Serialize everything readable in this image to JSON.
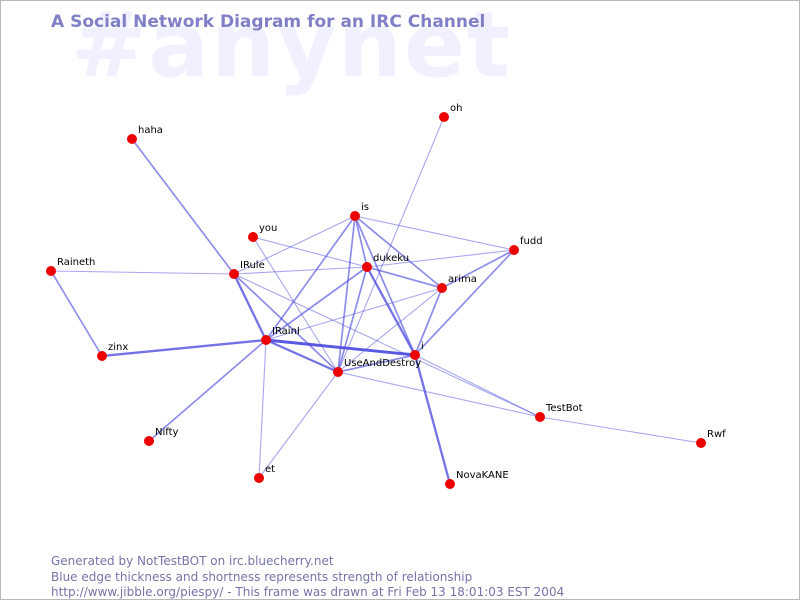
{
  "watermark": "#anynet",
  "title": "A Social Network Diagram for an IRC Channel",
  "footer": {
    "line1": "Generated by NotTestBOT on irc.bluecherry.net",
    "line2": "Blue edge thickness and shortness represents strength of relationship",
    "line3": "http://www.jibble.org/piespy/ - This frame was drawn at Fri Feb 13 18:01:03 EST 2004"
  },
  "colors": {
    "node": "#ee0000",
    "edge": "#5050e0",
    "title": "#8080c8",
    "watermark": "#f0f0ff"
  },
  "nodes": [
    {
      "id": "haha",
      "label": "haha"
    },
    {
      "id": "oh",
      "label": "oh"
    },
    {
      "id": "is",
      "label": "is"
    },
    {
      "id": "you",
      "label": "you"
    },
    {
      "id": "fudd",
      "label": "fudd"
    },
    {
      "id": "dukeku",
      "label": "dukeku"
    },
    {
      "id": "Raineth",
      "label": "Raineth"
    },
    {
      "id": "IRule",
      "label": "IRule"
    },
    {
      "id": "arima",
      "label": "arima"
    },
    {
      "id": "IRainI",
      "label": "IRainI"
    },
    {
      "id": "zinx",
      "label": "zinx"
    },
    {
      "id": "i",
      "label": "i"
    },
    {
      "id": "UseAndDestroy",
      "label": "UseAndDestroy"
    },
    {
      "id": "TestBot",
      "label": "TestBot"
    },
    {
      "id": "Nifty",
      "label": "Nifty"
    },
    {
      "id": "Rwf",
      "label": "Rwf"
    },
    {
      "id": "et",
      "label": "et"
    },
    {
      "id": "NovaKANE",
      "label": "NovaKANE"
    }
  ],
  "edges": [
    {
      "from": "haha",
      "to": "IRule",
      "weight": 2
    },
    {
      "from": "oh",
      "to": "UseAndDestroy",
      "weight": 1
    },
    {
      "from": "Raineth",
      "to": "IRule",
      "weight": 1
    },
    {
      "from": "Raineth",
      "to": "zinx",
      "weight": 2
    },
    {
      "from": "zinx",
      "to": "IRainI",
      "weight": 3
    },
    {
      "from": "IRainI",
      "to": "i",
      "weight": 4
    },
    {
      "from": "IRainI",
      "to": "UseAndDestroy",
      "weight": 3
    },
    {
      "from": "IRainI",
      "to": "Nifty",
      "weight": 2
    },
    {
      "from": "IRainI",
      "to": "et",
      "weight": 1
    },
    {
      "from": "IRainI",
      "to": "is",
      "weight": 2
    },
    {
      "from": "IRainI",
      "to": "dukeku",
      "weight": 2
    },
    {
      "from": "IRainI",
      "to": "arima",
      "weight": 1
    },
    {
      "from": "IRule",
      "to": "IRainI",
      "weight": 3
    },
    {
      "from": "IRule",
      "to": "is",
      "weight": 1
    },
    {
      "from": "IRule",
      "to": "dukeku",
      "weight": 1
    },
    {
      "from": "IRule",
      "to": "UseAndDestroy",
      "weight": 2
    },
    {
      "from": "IRule",
      "to": "TestBot",
      "weight": 1
    },
    {
      "from": "you",
      "to": "dukeku",
      "weight": 1
    },
    {
      "from": "you",
      "to": "UseAndDestroy",
      "weight": 1
    },
    {
      "from": "is",
      "to": "dukeku",
      "weight": 2
    },
    {
      "from": "is",
      "to": "arima",
      "weight": 2
    },
    {
      "from": "is",
      "to": "i",
      "weight": 2
    },
    {
      "from": "is",
      "to": "fudd",
      "weight": 1
    },
    {
      "from": "is",
      "to": "UseAndDestroy",
      "weight": 2
    },
    {
      "from": "dukeku",
      "to": "fudd",
      "weight": 1
    },
    {
      "from": "dukeku",
      "to": "arima",
      "weight": 2
    },
    {
      "from": "dukeku",
      "to": "i",
      "weight": 3
    },
    {
      "from": "dukeku",
      "to": "UseAndDestroy",
      "weight": 2
    },
    {
      "from": "fudd",
      "to": "arima",
      "weight": 2
    },
    {
      "from": "fudd",
      "to": "i",
      "weight": 2
    },
    {
      "from": "arima",
      "to": "UseAndDestroy",
      "weight": 1
    },
    {
      "from": "arima",
      "to": "i",
      "weight": 2
    },
    {
      "from": "UseAndDestroy",
      "to": "i",
      "weight": 2
    },
    {
      "from": "UseAndDestroy",
      "to": "et",
      "weight": 1
    },
    {
      "from": "UseAndDestroy",
      "to": "TestBot",
      "weight": 1
    },
    {
      "from": "i",
      "to": "NovaKANE",
      "weight": 3
    },
    {
      "from": "i",
      "to": "TestBot",
      "weight": 1
    },
    {
      "from": "TestBot",
      "to": "Rwf",
      "weight": 1
    }
  ]
}
